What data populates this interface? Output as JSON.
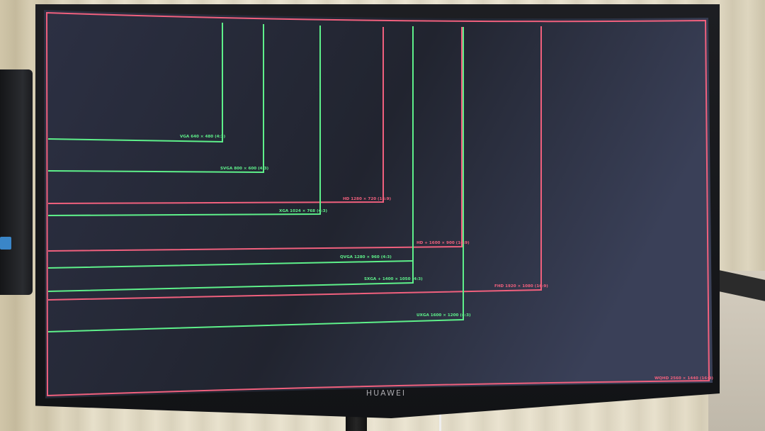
{
  "brand": "HUAWEI",
  "colors": {
    "screen": "#2e3346",
    "green": "#5ef08a",
    "pink": "#f0607d"
  },
  "resolutions": [
    {
      "label": "VGA 640 × 480 (4:3)",
      "color": "green"
    },
    {
      "label": "SVGA 800 × 600 (4:3)",
      "color": "green"
    },
    {
      "label": "HD 1280 × 720 (16:9)",
      "color": "pink"
    },
    {
      "label": "XGA 1024 × 768 (4:3)",
      "color": "green"
    },
    {
      "label": "HD + 1600 × 900 (16:9)",
      "color": "pink"
    },
    {
      "label": "QVGA 1280 × 960 (4:3)",
      "color": "green"
    },
    {
      "label": "SXGA + 1400 × 1050 (4:3)",
      "color": "green"
    },
    {
      "label": "FHD 1920 × 1080 (16:9)",
      "color": "pink"
    },
    {
      "label": "UXGA 1600 × 1200 (4:3)",
      "color": "green"
    },
    {
      "label": "WQHD 2560 × 1440 (16:9)",
      "color": "pink"
    }
  ]
}
